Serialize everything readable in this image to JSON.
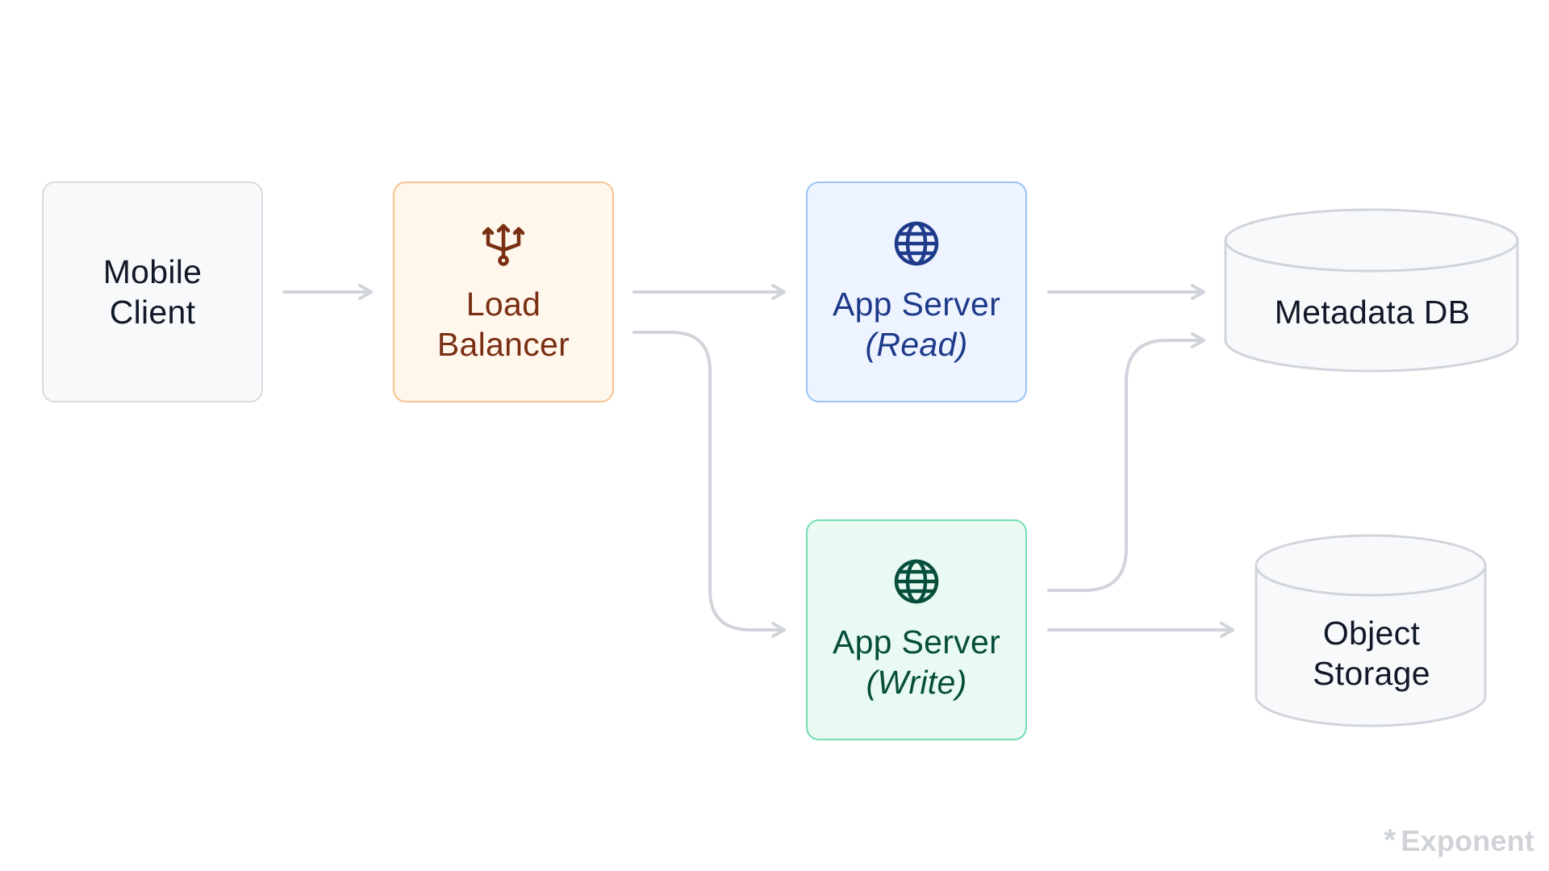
{
  "nodes": {
    "client": {
      "line1": "Mobile",
      "line2": "Client"
    },
    "load_balancer": {
      "line1": "Load",
      "line2": "Balancer",
      "icon": "load-balancer-icon"
    },
    "app_read": {
      "title": "App Server",
      "sub": "(Read)",
      "icon": "globe-icon"
    },
    "app_write": {
      "title": "App Server",
      "sub": "(Write)",
      "icon": "globe-icon"
    },
    "metadata_db": {
      "label": "Metadata DB"
    },
    "object_storage": {
      "line1": "Object",
      "line2": "Storage"
    }
  },
  "edges": [
    {
      "from": "Mobile Client",
      "to": "Load Balancer"
    },
    {
      "from": "Load Balancer",
      "to": "App Server (Read)"
    },
    {
      "from": "Load Balancer",
      "to": "App Server (Write)"
    },
    {
      "from": "App Server (Read)",
      "to": "Metadata DB"
    },
    {
      "from": "App Server (Write)",
      "to": "Metadata DB"
    },
    {
      "from": "App Server (Write)",
      "to": "Object Storage"
    }
  ],
  "colors": {
    "client_bg": "#f8f9fb",
    "lb_bg": "#fff6ec",
    "lb_accent": "#7a2e12",
    "read_bg": "#eef4ff",
    "read_accent": "#1e3a8a",
    "write_bg": "#e9faf2",
    "write_accent": "#064e3b",
    "edge": "#d1d5db"
  },
  "brand": {
    "star": "*",
    "name": "Exponent"
  }
}
